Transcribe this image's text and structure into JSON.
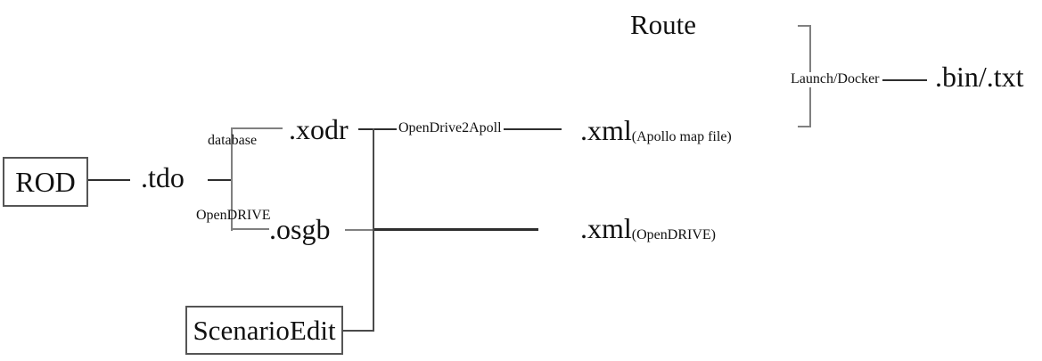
{
  "diagram": {
    "description": "Flowchart of ROD map/scenario file pipeline",
    "background": "#ffffff",
    "colors": {
      "line_dark": "#2e2e2e",
      "line_gray": "#808080",
      "line_mid": "#4a4a4a",
      "box_border": "#555555",
      "text": "#111111"
    },
    "nodes": {
      "rod": {
        "label": "ROD",
        "shape": "box"
      },
      "tdo": {
        "label": ".tdo"
      },
      "database_branch": {
        "label": "database"
      },
      "opendrive_branch": {
        "label": "OpenDRIVE"
      },
      "xodr": {
        "label": ".xodr"
      },
      "osgb": {
        "label": ".osgb"
      },
      "converter": {
        "label": "OpenDrive2Apoll"
      },
      "xml_apollo": {
        "label": ".xml",
        "annotation": "(Apollo map file)"
      },
      "xml_opendrive": {
        "label": ".xml",
        "annotation": "(OpenDRIVE)"
      },
      "route": {
        "label": "Route"
      },
      "launch_docker": {
        "label": "Launch/Docker"
      },
      "bin_txt": {
        "label": ".bin/.txt"
      },
      "scenario_edit": {
        "label": "ScenarioEdit",
        "shape": "box"
      }
    },
    "edges": [
      {
        "from": "rod",
        "to": "tdo"
      },
      {
        "from": "tdo",
        "to": "xodr",
        "via": "database"
      },
      {
        "from": "tdo",
        "to": "osgb",
        "via": "OpenDRIVE"
      },
      {
        "from": "xodr",
        "to": "xml_apollo",
        "via": "OpenDrive2Apoll"
      },
      {
        "from": "osgb",
        "to": "xml_opendrive"
      },
      {
        "from": "scenario_edit",
        "to": "xodr"
      },
      {
        "from": "route_and_xml_apollo",
        "to": "bin_txt",
        "via": "Launch/Docker"
      }
    ]
  }
}
